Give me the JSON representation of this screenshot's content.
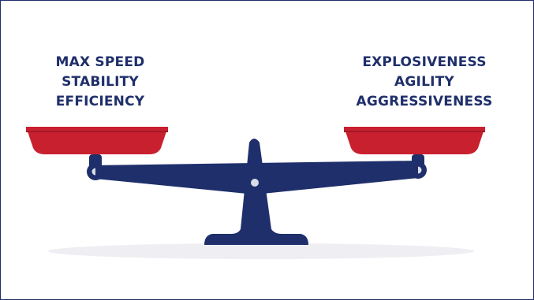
{
  "left_pan": {
    "labels": [
      "MAX SPEED",
      "STABILITY",
      "EFFICIENCY"
    ]
  },
  "right_pan": {
    "labels": [
      "EXPLOSIVENESS",
      "AGILITY",
      "AGGRESSIVENESS"
    ]
  },
  "colors": {
    "navy": "#1f2f6b",
    "red": "#c8202e",
    "red_dark": "#a51a25",
    "pivot": "#d9dde8",
    "shadow": "#e8e8ee"
  }
}
